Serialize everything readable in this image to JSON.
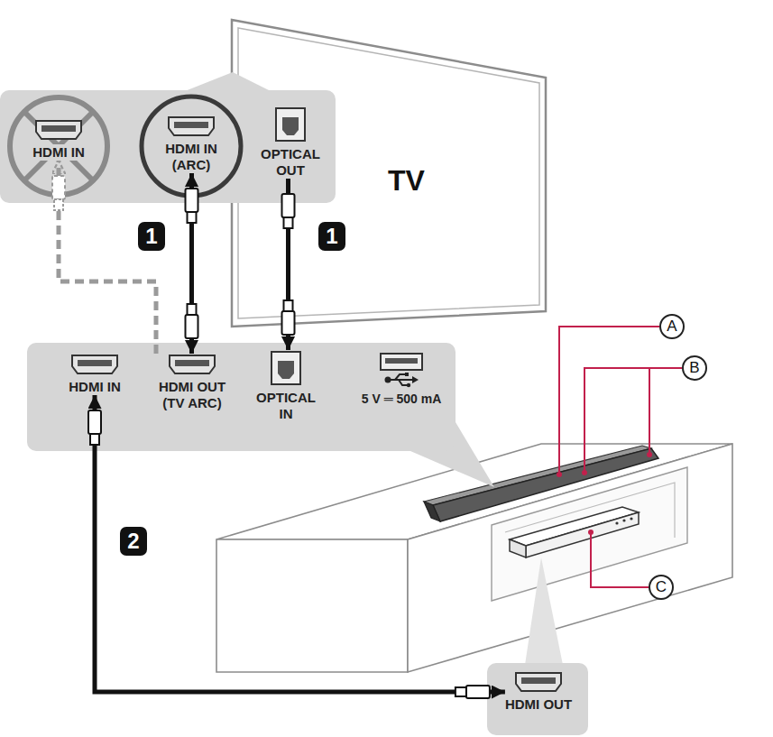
{
  "diagram": {
    "nodes": [
      {
        "text": [
          "TV"
        ]
      },
      {
        "text": [
          "HDMI IN"
        ]
      },
      {
        "text": [
          "HDMI IN (ARC)"
        ]
      },
      {
        "text": [
          "OPTICAL OUT"
        ]
      },
      {
        "text": [
          "HDMI IN"
        ]
      },
      {
        "text": [
          "HDMI OUT (TV ARC)"
        ]
      },
      {
        "text": [
          "OPTICAL IN"
        ]
      },
      {
        "text": [
          "5 V ═ 500 mA"
        ]
      },
      {
        "text": [
          "HDMI OUT"
        ]
      }
    ],
    "edges": [
      {
        "from": 2,
        "to": 5,
        "arrow": "both"
      },
      {
        "from": 3,
        "to": 6,
        "arrow": "to"
      },
      {
        "from": 8,
        "to": 4,
        "arrow": "both"
      },
      {
        "from": 5,
        "to": 1,
        "arrow": "to"
      }
    ],
    "labels": [
      "1",
      "1",
      "2",
      "A",
      "B",
      "C"
    ]
  }
}
